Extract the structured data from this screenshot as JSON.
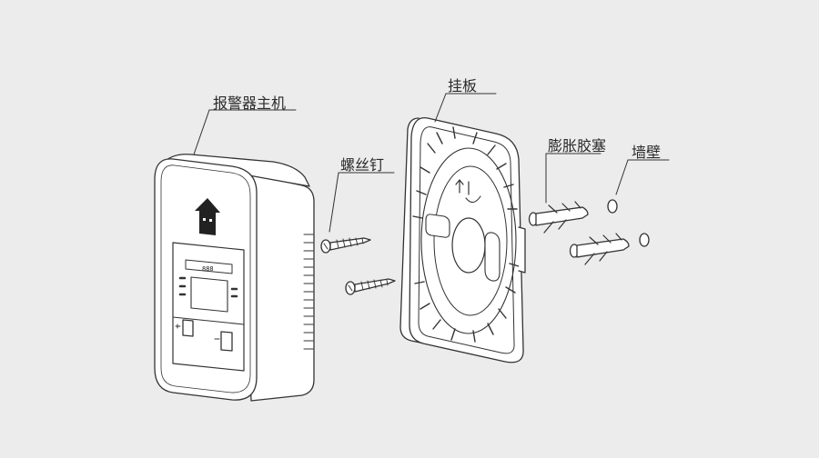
{
  "labels": {
    "alarm_unit": "报警器主机",
    "mounting_plate": "挂板",
    "screw": "螺丝钉",
    "expansion_plug": "膨胀胶塞",
    "wall": "墙壁"
  },
  "colors": {
    "background": "#ececec",
    "line": "#333333",
    "fill": "#ffffff"
  },
  "device_screen_text": "888"
}
